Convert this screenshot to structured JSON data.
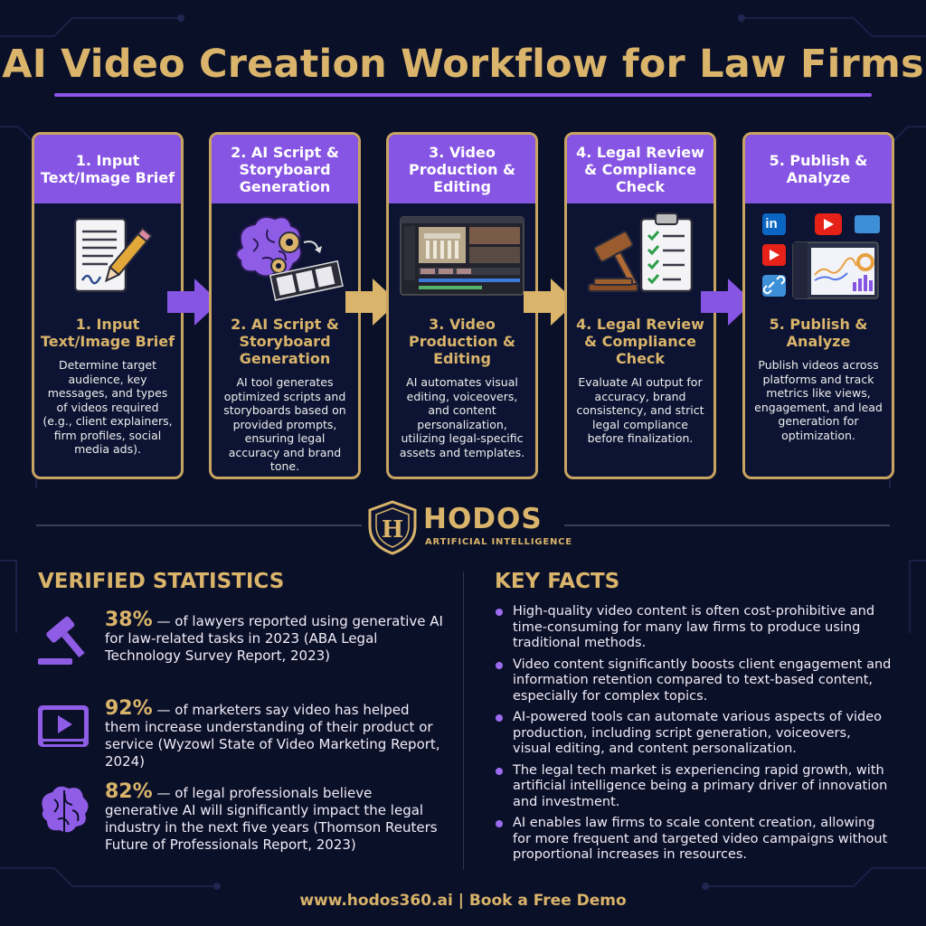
{
  "title": "AI Video Creation Workflow for Law Firms",
  "steps": [
    {
      "header": "1. Input Text/Image Brief",
      "subtitle": "1. Input Text/Image Brief",
      "desc": "Determine target audience, key messages, and types of videos required (e.g., client explainers, firm profiles, social media ads).",
      "icon": "document-pen-icon"
    },
    {
      "header": "2. AI Script & Storyboard Generation",
      "subtitle": "2. AI Script & Storyboard Generation",
      "desc": "AI tool generates optimized scripts and storyboards based on provided prompts, ensuring legal accuracy and brand tone.",
      "icon": "brain-gear-film-icon"
    },
    {
      "header": "3. Video Production & Editing",
      "subtitle": "3. Video Production & Editing",
      "desc": "AI automates visual editing, voiceovers, and content personalization, utilizing legal-specific assets and templates.",
      "icon": "video-editor-icon"
    },
    {
      "header": "4. Legal Review & Compliance Check",
      "subtitle": "4. Legal Review & Compliance Check",
      "desc": "Evaluate AI output for accuracy, brand consistency, and strict legal compliance before finalization.",
      "icon": "gavel-checklist-icon"
    },
    {
      "header": "5. Publish & Analyze",
      "subtitle": "5. Publish & Analyze",
      "desc": "Publish videos across platforms and track metrics like views, engagement, and lead generation for optimization.",
      "icon": "social-analytics-icon"
    }
  ],
  "brand": {
    "name": "HODOS",
    "tagline": "ARTIFICIAL INTELLIGENCE",
    "logo_letter": "H"
  },
  "stats": {
    "title": "VERIFIED STATISTICS",
    "items": [
      {
        "value": "38%",
        "text": " — of lawyers reported using generative AI for law-related tasks in 2023 (ABA Legal Technology Survey Report, 2023)",
        "icon": "gavel-icon"
      },
      {
        "value": "92%",
        "text": " — of marketers say video has helped them increase understanding of their product or service (Wyzowl State of Video Marketing Report, 2024)",
        "icon": "video-play-icon"
      },
      {
        "value": "82%",
        "text": " — of legal professionals believe generative AI will significantly impact the legal industry in the next five years (Thomson Reuters Future of Professionals Report, 2023)",
        "icon": "brain-icon"
      }
    ]
  },
  "facts": {
    "title": "KEY FACTS",
    "items": [
      "High-quality video content is often cost-prohibitive and time-consuming for many law firms to produce using traditional methods.",
      "Video content significantly boosts client engagement and information retention compared to text-based content, especially for complex topics.",
      "AI-powered tools can automate various aspects of video production, including script generation, voiceovers, visual editing, and content personalization.",
      "The legal tech market is experiencing rapid growth, with artificial intelligence being a primary driver of innovation and investment.",
      "AI enables law firms to scale content creation, allowing for more frequent and targeted video campaigns without proportional increases in resources."
    ]
  },
  "footer": "www.hodos360.ai | Book a Free Demo",
  "colors": {
    "background": "#0b1029",
    "gold": "#d9b46a",
    "purple": "#8655e3",
    "card_border": "#c8a462"
  },
  "social_icons": {
    "linkedin": "in"
  }
}
